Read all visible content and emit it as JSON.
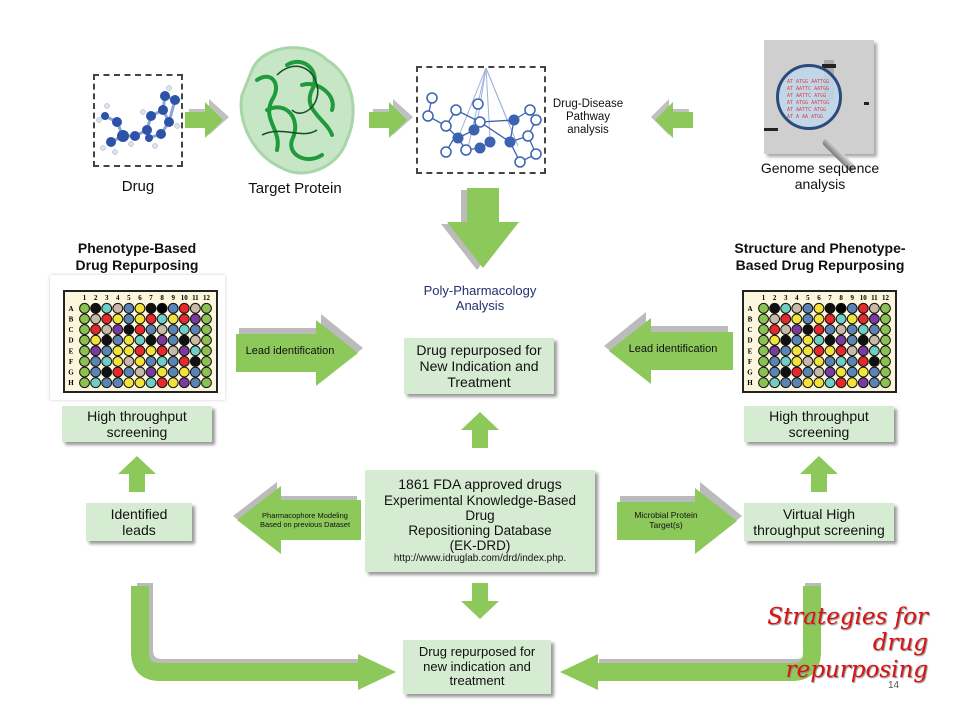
{
  "top_row": {
    "drug_label": "Drug",
    "protein_label": "Target Protein",
    "pathway_label": [
      "Drug-Disease",
      "Pathway",
      "analysis"
    ],
    "genome_label": [
      "Genome sequence",
      "analysis"
    ],
    "genome_sequence_lines": [
      "AT ATGG AATTGG",
      "AT AATTC AATGG",
      "AT AATTC ATGG",
      "AT ATGG AATTGG",
      "AT AATTC ATGG",
      "AT A AA ATGG"
    ]
  },
  "center": {
    "poly_label": [
      "Poly-Pharmacology",
      "Analysis"
    ],
    "result_box": [
      "Drug repurposed for",
      "New Indication and",
      "Treatment"
    ],
    "database_box": {
      "line1": "1861 FDA approved drugs",
      "line2": "Experimental Knowledge-Based",
      "line3": "Drug",
      "line4": "Repositioning Database",
      "line5": "(EK-DRD)",
      "url": "http://www.idruglab.com/drd/index.php."
    },
    "bottom_box": [
      "Drug repurposed for",
      "new indication and",
      "treatment"
    ]
  },
  "left": {
    "title": [
      "Phenotype-Based",
      "Drug Repurposing"
    ],
    "arrow_label": "Lead identification",
    "hts_box": [
      "High throughput",
      "screening"
    ],
    "leads_box": [
      "Identified",
      "leads"
    ],
    "pharma_arrow": [
      "Pharmacophore Modeling",
      "Based on previous Dataset"
    ]
  },
  "right": {
    "title": [
      "Structure and Phenotype-",
      "Based Drug Repurposing"
    ],
    "arrow_label": "Lead identification",
    "hts_box": [
      "High throughput",
      "screening"
    ],
    "vhts_box": [
      "Virtual High",
      "throughput screening"
    ],
    "microbial_arrow": [
      "Microbial Protein",
      "Target(s)"
    ]
  },
  "plate": {
    "columns": [
      "1",
      "2",
      "3",
      "4",
      "5",
      "6",
      "7",
      "8",
      "9",
      "10",
      "11",
      "12"
    ],
    "rows": [
      "A",
      "B",
      "C",
      "D",
      "E",
      "F",
      "G",
      "H"
    ],
    "wells": [
      "gkcwbyksbrwg",
      "gwrybyrcyrpg",
      "grwpkrbwbcbg",
      "gykbyckpbkwg",
      "gpbyyryrwpcg",
      "gbcywybcbrkg",
      "gbkrbwpybybg",
      "gcbbyycrypbg"
    ],
    "well_colors": {
      "g": "#8cc152",
      "k": "#111111",
      "c": "#6fcfc7",
      "w": "#c9b9a8",
      "b": "#5a84b4",
      "y": "#f2e33a",
      "r": "#e8282b",
      "p": "#7a3aa0"
    }
  },
  "caption": {
    "lines": [
      "Strategies for",
      "drug",
      "repurposing"
    ],
    "color": "#dd1111",
    "slide_number": "14"
  },
  "colors": {
    "arrow_green": "#8cc95a",
    "box_fill": "#d6ecd2",
    "network_blue": "#3b63b0"
  }
}
